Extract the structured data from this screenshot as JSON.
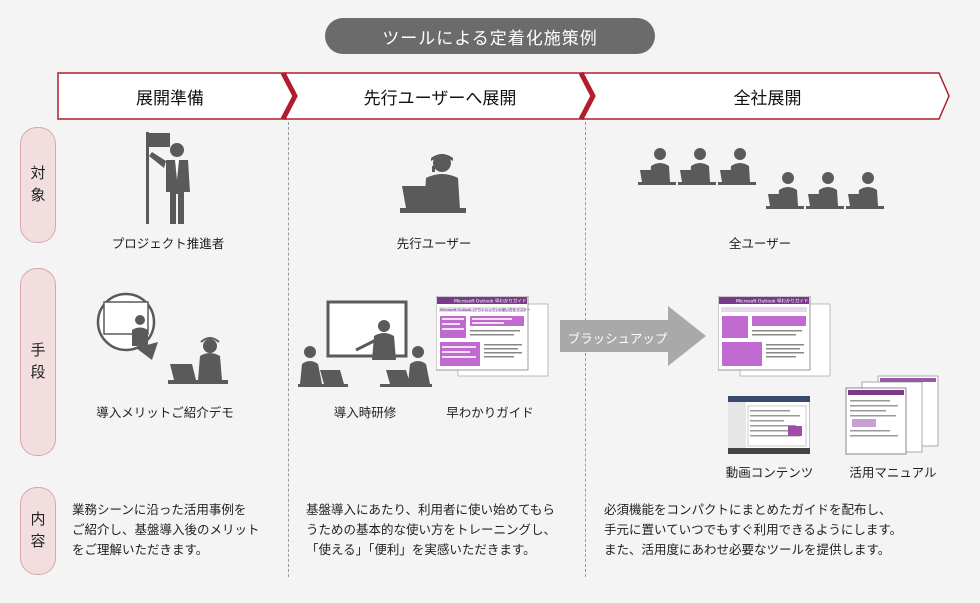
{
  "title": "ツールによる定着化施策例",
  "phases": [
    "展開準備",
    "先行ユーザーへ展開",
    "全社展開"
  ],
  "rows": [
    {
      "lines": [
        "対",
        "象"
      ]
    },
    {
      "lines": [
        "手",
        "段"
      ]
    },
    {
      "lines": [
        "内",
        "容"
      ]
    }
  ],
  "targets": {
    "col1": "プロジェクト推進者",
    "col2": "先行ユーザー",
    "col3": "全ユーザー"
  },
  "means": {
    "col1": "導入メリットご紹介デモ",
    "col2a": "導入時研修",
    "col2b": "早わかりガイド",
    "arrow": "ブラッシュアップ",
    "col3a": "動画コンテンツ",
    "col3b": "活用マニュアル"
  },
  "guide_doc": {
    "title": "Microsoft Outlook 早わかりガイド",
    "subtitle": "Microsoft Outlook (アウトルック) の使い方をマスター"
  },
  "content": {
    "col1": [
      "業務シーンに沿った活用事例を",
      "ご紹介し、基盤導入後のメリット",
      "をご理解いただきます。"
    ],
    "col2": [
      "基盤導入にあたり、利用者に使い始めてもら",
      "うための基本的な使い方をトレーニングし、",
      "「使える」「便利」を実感いただきます。"
    ],
    "col3": [
      "必須機能をコンパクトにまとめたガイドを配布し、",
      "手元に置いていつでもすぐ利用できるようにします。",
      "また、活用度にあわせ必要なツールを提供します。"
    ]
  },
  "colors": {
    "accent_red": "#b01e2d",
    "tab_fill": "#f2dede",
    "pill": "#6b6b6b",
    "figure": "#5a5a5a",
    "doc_purple": "#7a3a8a"
  }
}
